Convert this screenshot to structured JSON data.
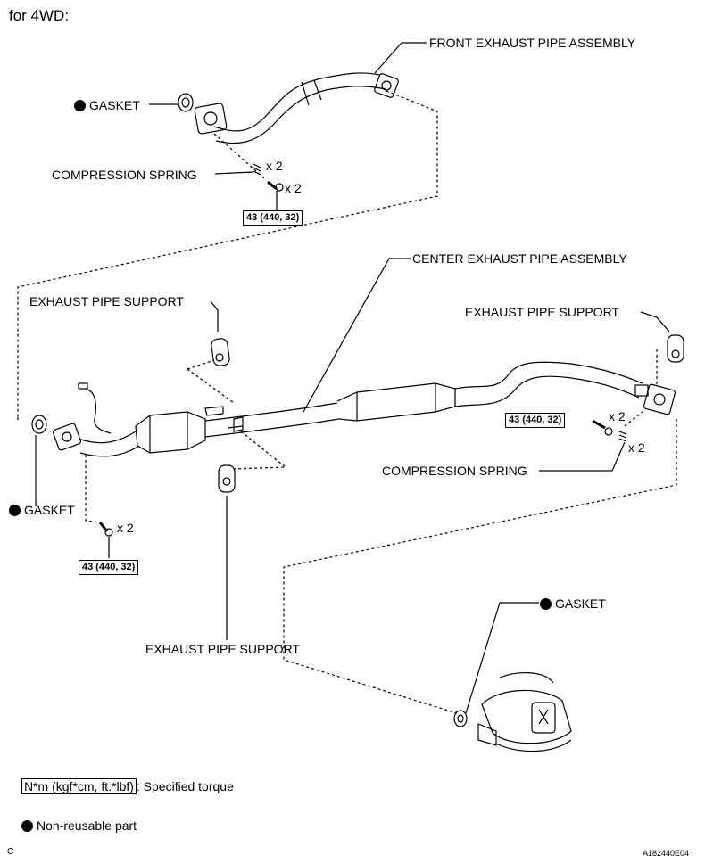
{
  "heading": "for 4WD:",
  "labels": {
    "front_pipe": "FRONT EXHAUST PIPE ASSEMBLY",
    "gasket_top": "GASKET",
    "compression_spring_top": "COMPRESSION SPRING",
    "center_pipe": "CENTER EXHAUST PIPE ASSEMBLY",
    "support_left": "EXHAUST PIPE SUPPORT",
    "support_right": "EXHAUST PIPE SUPPORT",
    "support_bottom": "EXHAUST PIPE SUPPORT",
    "gasket_left": "GASKET",
    "gasket_bottom": "GASKET",
    "compression_spring_right": "COMPRESSION SPRING"
  },
  "quantities": {
    "spring_top": "x 2",
    "bolt_top": "x 2",
    "bolt_right": "x 2",
    "spring_right": "x 2",
    "bolt_left": "x 2"
  },
  "torques": {
    "top": "43 (440, 32)",
    "right": "43 (440, 32)",
    "left": "43 (440, 32)"
  },
  "legend": {
    "torque_unit": "N*m (kgf*cm, ft.*lbf)",
    "torque_desc": ": Specified torque",
    "non_reusable": "Non-reusable part"
  },
  "footer": {
    "corner": "C",
    "figure_id": "A182440E04"
  }
}
